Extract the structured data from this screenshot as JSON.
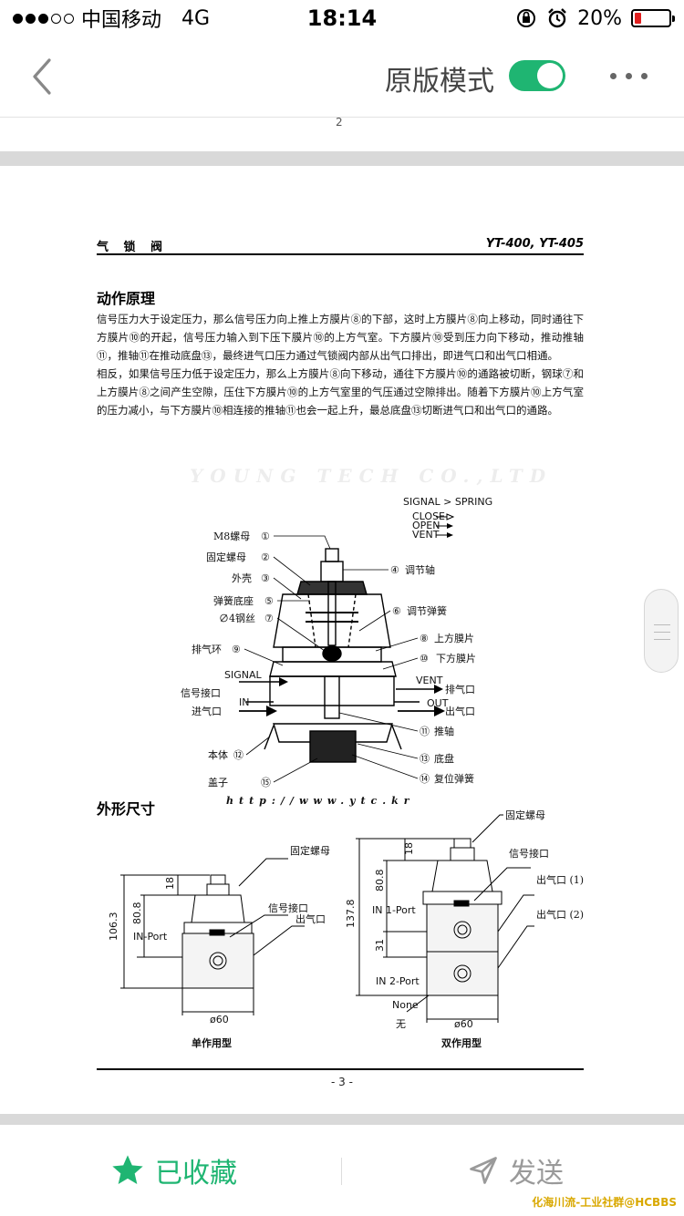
{
  "status_bar": {
    "carrier": "中国移动",
    "network": "4G",
    "time": "18:14",
    "battery_text": "20%",
    "battery_level": 0.2,
    "colors": {
      "battery_low": "#e02020"
    }
  },
  "nav": {
    "mode_label": "原版模式",
    "mode_on": true,
    "colors": {
      "accent": "#1fb572"
    }
  },
  "doc": {
    "prev_page_number": "2",
    "header_left": "气 锁 阀",
    "header_right": "YT-400, YT-405",
    "section1_title": "动作原理",
    "para1": "信号压力大于设定压力，那么信号压力向上推上方膜片⑧的下部，这时上方膜片⑧向上移动，同时通往下方膜片⑩的开起，信号压力输入到下压下膜片⑩的上方气室。下方膜片⑩受到压力向下移动，推动推轴⑪，推轴⑪在推动底盘⑬，最终进气口压力通过气锁阀内部从出气口排出，即进气口和出气口相通。",
    "para2": "相反，如果信号压力低于设定压力，那么上方膜片⑧向下移动，通往下方膜片⑩的通路被切断，钢球⑦和上方膜片⑧之间产生空隙，压住下方膜片⑩的上方气室里的气压通过空隙排出。随着下方膜片⑩上方气室的压力减小，与下方膜片⑩相连接的推轴⑪也会一起上升，最总底盘⑬切断进气口和出气口的通路。",
    "watermark_1": "YOUNG TECH CO.,LTD",
    "watermark_2": "http://www.ytc.kr",
    "section2_title": "外形尺寸",
    "page_number": "- 3 -"
  },
  "diagram": {
    "legend": {
      "title": "SIGNAL > SPRING",
      "close": "CLOSE",
      "open": "OPEN",
      "vent": "VENT"
    },
    "left_labels": [
      {
        "text": "M8螺母",
        "num": "①"
      },
      {
        "text": "固定螺母",
        "num": "②"
      },
      {
        "text": "外壳",
        "num": "③"
      },
      {
        "text": "弹簧底座",
        "num": "⑤"
      },
      {
        "text": "∅4钢丝",
        "num": "⑦"
      },
      {
        "text": "排气环",
        "num": "⑨"
      },
      {
        "text": "信号接口",
        "num": ""
      },
      {
        "text": "进气口",
        "num": ""
      },
      {
        "text": "本体",
        "num": "⑫"
      },
      {
        "text": "盖子",
        "num": "⑮"
      }
    ],
    "right_labels": [
      {
        "text": "调节轴",
        "num": "④"
      },
      {
        "text": "调节弹簧",
        "num": "⑥"
      },
      {
        "text": "上方膜片",
        "num": "⑧"
      },
      {
        "text": "下方膜片",
        "num": "⑩"
      },
      {
        "text": "排气口",
        "num": ""
      },
      {
        "text": "出气口",
        "num": ""
      },
      {
        "text": "推轴",
        "num": "⑪"
      },
      {
        "text": "底盘",
        "num": "⑬"
      },
      {
        "text": "复位弹簧",
        "num": "⑭"
      }
    ],
    "port_signal": "SIGNAL",
    "port_in": "IN",
    "port_vent": "VENT",
    "port_out": "OUT"
  },
  "dims": {
    "single": {
      "caption": "单作用型",
      "label_lock_nut": "固定螺母",
      "label_signal": "信号接口",
      "label_out": "出气口",
      "in_port": "IN-Port",
      "d_18": "18",
      "d_80_8": "80.8",
      "d_106_3": "106.3",
      "d_60": "ø60"
    },
    "double": {
      "caption": "双作用型",
      "label_lock_nut": "固定螺母",
      "label_signal": "信号接口",
      "label_out1": "出气口 (1)",
      "label_out2": "出气口 (2)",
      "in1": "IN 1-Port",
      "in2": "IN 2-Port",
      "none_en": "None",
      "none_cn": "无",
      "d_18": "18",
      "d_80_8": "80.8",
      "d_31": "31",
      "d_137_8": "137.8",
      "d_60": "ø60"
    }
  },
  "bottom_bar": {
    "favorite_label": "已收藏",
    "send_label": "发送",
    "corner_watermark": "化海川流-工业社群@HCBBS"
  }
}
